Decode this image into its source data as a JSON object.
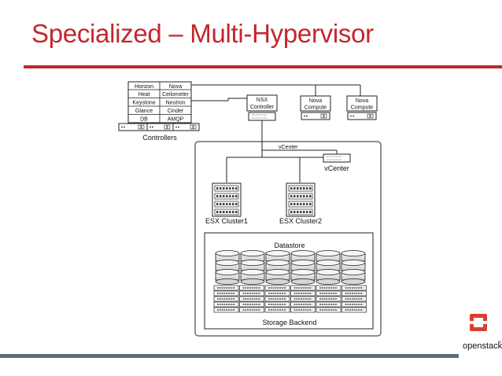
{
  "slide": {
    "title": "Specialized – Multi-Hypervisor"
  },
  "controllers": {
    "services": [
      [
        "Horizon",
        "Nova"
      ],
      [
        "Heat",
        "Ceilometer"
      ],
      [
        "Keystone",
        "Neutron"
      ],
      [
        "Glance",
        "Cinder"
      ],
      [
        "DB",
        "AMQP"
      ]
    ],
    "label": "Controllers"
  },
  "nsx": {
    "label_line1": "NSX",
    "label_line2": "Controller"
  },
  "nova_compute_1": {
    "label_line1": "Nova",
    "label_line2": "Compute"
  },
  "nova_compute_2": {
    "label_line1": "Nova",
    "label_line2": "Compute"
  },
  "vcenter_box": {
    "network_label": "vCenter",
    "server_label": "vCenter",
    "cluster1_label": "ESX Cluster1",
    "cluster2_label": "ESX Cluster2"
  },
  "datastore": {
    "title": "Datastore",
    "backend_label": "Storage Backend"
  },
  "logo": {
    "text": "openstack",
    "mark": "™"
  },
  "colors": {
    "accent": "#c4262e",
    "footer_bar": "#5f6b7d",
    "logo_red": "#d9402e"
  }
}
